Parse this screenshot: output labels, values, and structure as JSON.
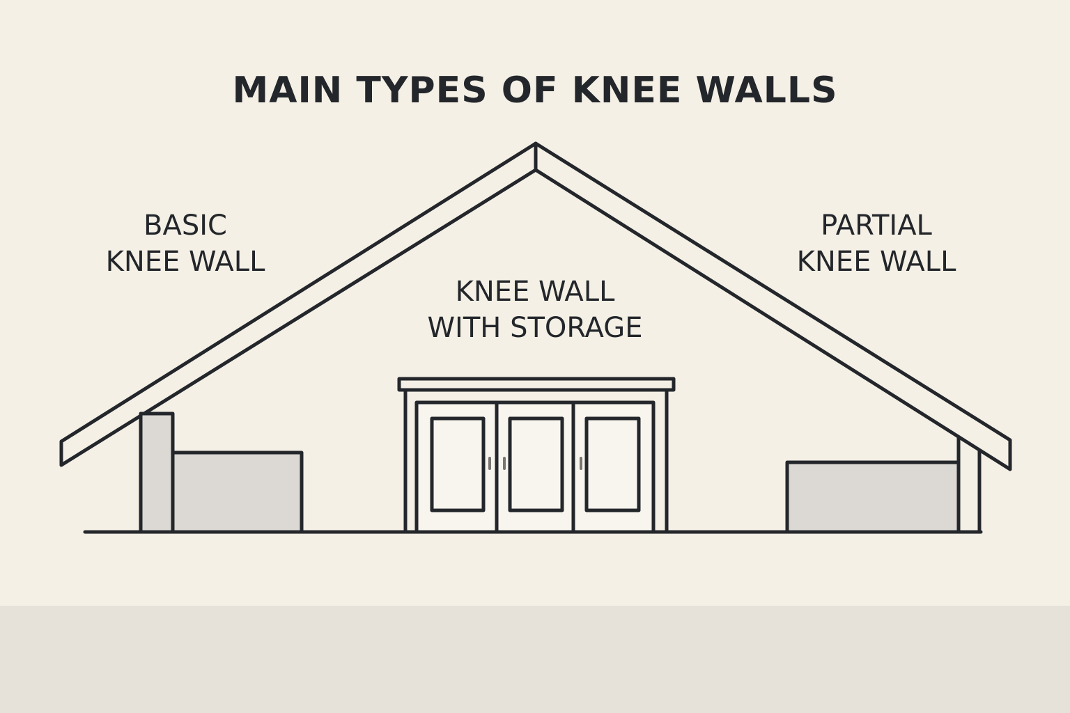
{
  "title": "MAIN TYPES OF KNEE WALLS",
  "labels": {
    "basic": [
      "BASIC",
      "KNEE WALL"
    ],
    "storage": [
      "KNEE WALL",
      "WITH STORAGE"
    ],
    "partial": [
      "PARTIAL",
      "KNEE WALL"
    ]
  },
  "colors": {
    "background": "#f4f0e6",
    "line": "#23262a",
    "fill": "#dcd9d4",
    "floor_band": "#e6e2da"
  }
}
